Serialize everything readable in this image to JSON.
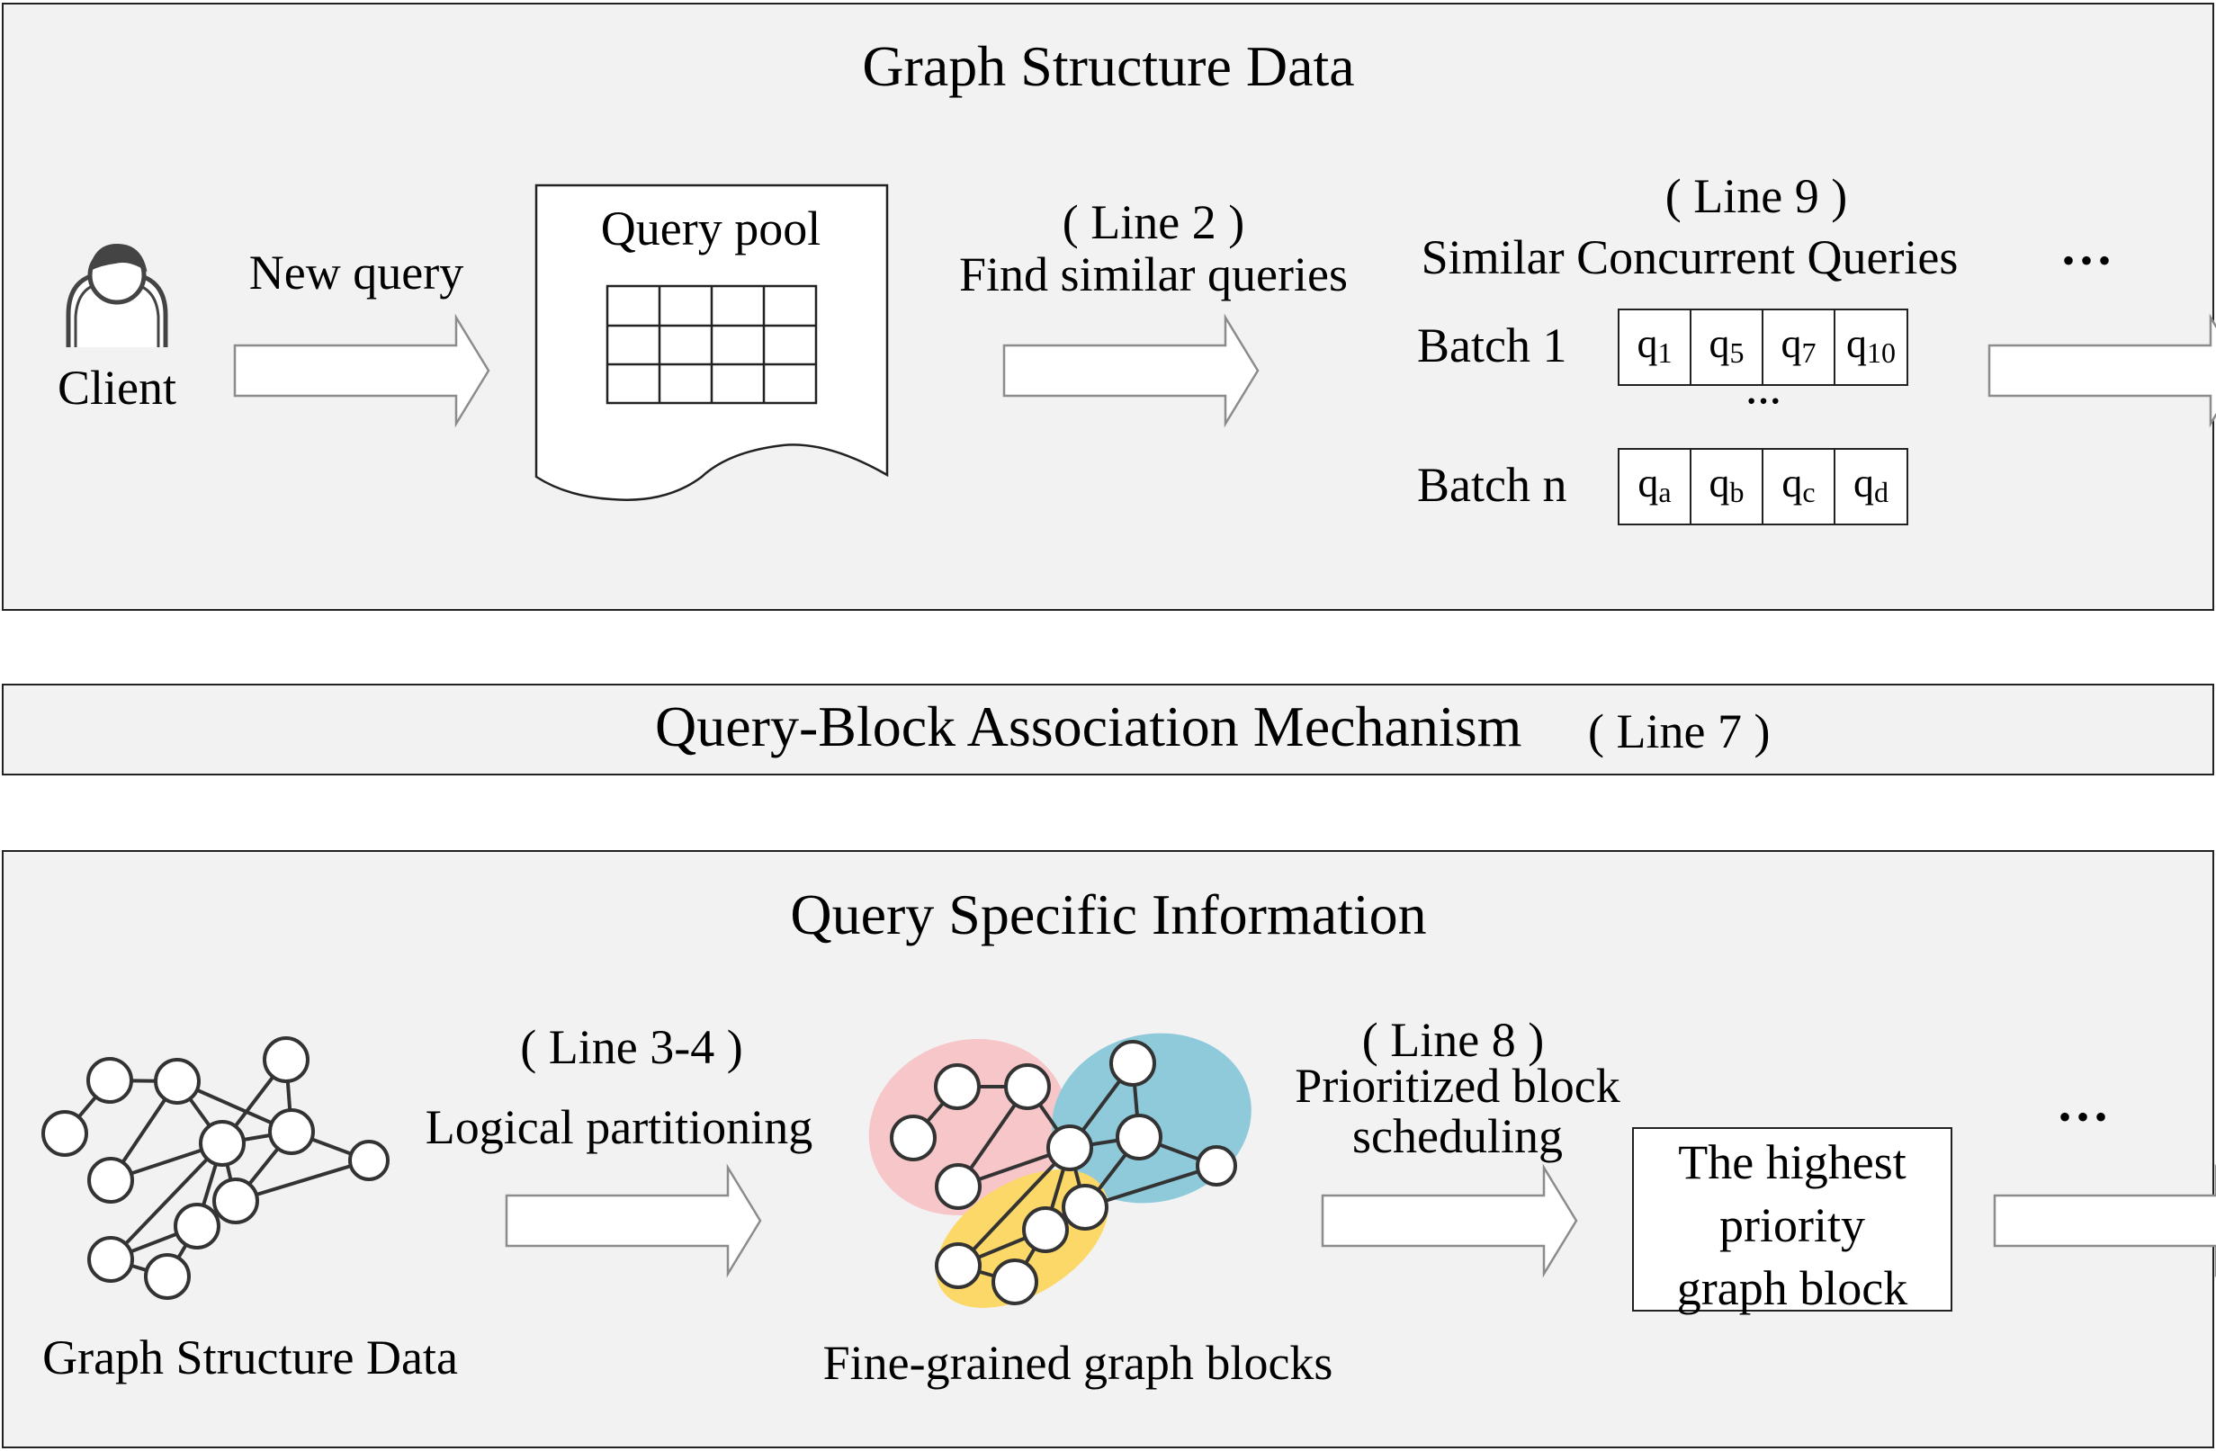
{
  "top_panel": {
    "title": "Graph Structure Data",
    "client_label": "Client",
    "new_query_label": "New query",
    "query_pool_label": "Query pool",
    "find_line": "( Line 2 )",
    "find_label": "Find similar queries",
    "similar_line": "( Line 9 )",
    "similar_label": "Similar Concurrent Queries",
    "batch1_label": "Batch 1",
    "batchn_label": "Batch n",
    "batch_ellipsis": "···",
    "batch1_cells": [
      {
        "base": "q",
        "sub": "1"
      },
      {
        "base": "q",
        "sub": "5"
      },
      {
        "base": "q",
        "sub": "7"
      },
      {
        "base": "q",
        "sub": "10"
      }
    ],
    "batchn_cells": [
      {
        "base": "q",
        "sub": "a"
      },
      {
        "base": "q",
        "sub": "b"
      },
      {
        "base": "q",
        "sub": "c"
      },
      {
        "base": "q",
        "sub": "d"
      }
    ],
    "more": "•••"
  },
  "middle_panel": {
    "title": "Query-Block Association Mechanism",
    "line": "( Line 7 )"
  },
  "bottom_panel": {
    "title": "Query Specific Information",
    "graph_label": "Graph Structure Data",
    "partition_line": "( Line 3-4 )",
    "partition_label": "Logical partitioning",
    "blocks_label": "Fine-grained graph blocks",
    "schedule_line": "( Line 8 )",
    "schedule_label_1": "Prioritized block",
    "schedule_label_2": "scheduling",
    "highest_1": "The highest",
    "highest_2": "priority",
    "highest_3": "graph block",
    "more": "•••"
  },
  "colors": {
    "panel_bg": "#f2f2f2",
    "border": "#222222",
    "arrow_stroke": "#8c8c8c",
    "blob_pink": "#f6c6c8",
    "blob_blue": "#8fcadb",
    "blob_yellow": "#fbd867"
  }
}
